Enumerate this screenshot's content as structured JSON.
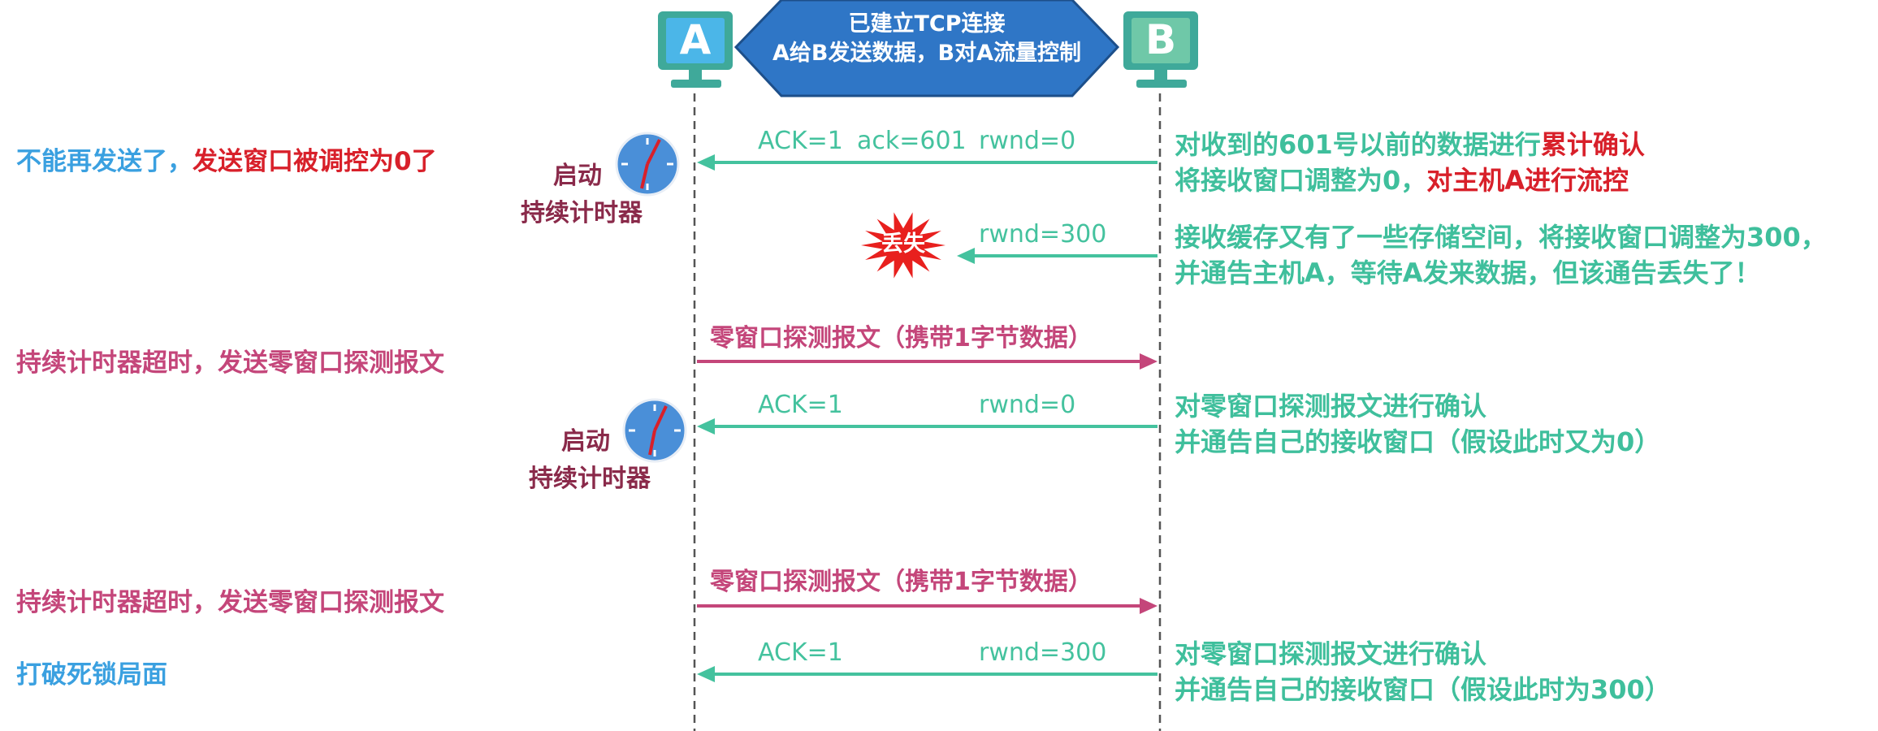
{
  "banner": {
    "line1": "已建立TCP连接",
    "line2": "A给B发送数据，B对A流量控制"
  },
  "hosts": {
    "a": "A",
    "b": "B"
  },
  "colors": {
    "green": "#44c29e",
    "pink": "#c4467a",
    "red": "#d8202a",
    "blue": "#3aa0e0",
    "banner": "#2f76c6",
    "host": "#3fa99a"
  },
  "messages": [
    {
      "id": "m1",
      "direction": "B-to-A",
      "label_ack": "ACK=1",
      "label_ackno": "ack=601",
      "label_rwnd": "rwnd=0"
    },
    {
      "id": "m2",
      "direction": "B-to-A",
      "label_rwnd": "rwnd=300",
      "lost": true,
      "lost_label": "丢失"
    },
    {
      "id": "m3",
      "direction": "A-to-B",
      "label": "零窗口探测报文（携带1字节数据）"
    },
    {
      "id": "m4",
      "direction": "B-to-A",
      "label_ack": "ACK=1",
      "label_rwnd": "rwnd=0"
    },
    {
      "id": "m5",
      "direction": "A-to-B",
      "label": "零窗口探测报文（携带1字节数据）"
    },
    {
      "id": "m6",
      "direction": "B-to-A",
      "label_ack": "ACK=1",
      "label_rwnd": "rwnd=300"
    }
  ],
  "timers": [
    {
      "line1": "启动",
      "line2": "持续计时器"
    },
    {
      "line1": "启动",
      "line2": "持续计时器"
    }
  ],
  "left_notes": {
    "n1_blue": "不能再发送了，",
    "n1_red": "发送窗口被调控为0了",
    "n2": "持续计时器超时，发送零窗口探测报文",
    "n3": "持续计时器超时，发送零窗口探测报文",
    "n4": "打破死锁局面"
  },
  "right_notes": {
    "r1a_green": "对收到的601号以前的数据进行",
    "r1a_red": "累计确认",
    "r1b_green": "将接收窗口调整为0，",
    "r1b_red": "对主机A进行流控",
    "r2a": "接收缓存又有了一些存储空间，将接收窗口调整为300，",
    "r2b": "并通告主机A，等待A发来数据，但该通告丢失了！",
    "r3a": "对零窗口探测报文进行确认",
    "r3b": "并通告自己的接收窗口（假设此时又为0）",
    "r4a": "对零窗口探测报文进行确认",
    "r4b": "并通告自己的接收窗口（假设此时为300）"
  }
}
